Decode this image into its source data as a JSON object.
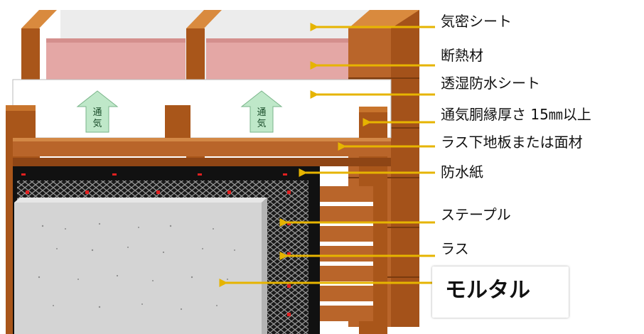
{
  "labels": [
    {
      "key": "airtight",
      "text": "気密シート"
    },
    {
      "key": "insulation",
      "text": "断熱材"
    },
    {
      "key": "breathable",
      "text": "透湿防水シート"
    },
    {
      "key": "furring",
      "text": "通気胴縁厚さ 15㎜以上"
    },
    {
      "key": "lath_board",
      "text": "ラス下地板または面材"
    },
    {
      "key": "waterproof_paper",
      "text": "防水紙"
    },
    {
      "key": "staple",
      "text": "ステープル"
    },
    {
      "key": "lath",
      "text": "ラス"
    },
    {
      "key": "mortar",
      "text": "モルタル"
    }
  ],
  "vent_markers": [
    "通気",
    "通気"
  ],
  "colors": {
    "wood_light": "#c8742c",
    "wood_mid": "#a9561a",
    "wood_dark": "#7a3a0e",
    "insulation": "#e4a7a5",
    "airtight_sheet": "#ececec",
    "vent_arrow": "#bfe8c9",
    "leader_arrow": "#e6b400",
    "waterproof_paper": "#111111",
    "mortar": "#d4d4d4",
    "staple": "#e02020"
  }
}
